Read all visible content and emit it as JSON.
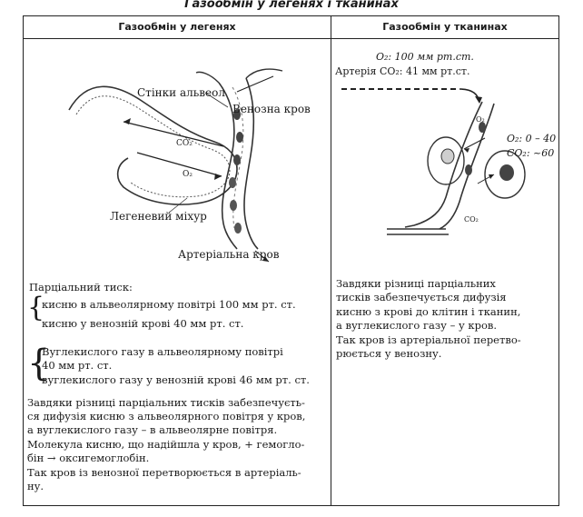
{
  "title": "Газообмін у легенях і тканинах",
  "columns": {
    "left": "Газообмін у легенях",
    "right": "Газообмін у тканинах"
  },
  "lung_figure": {
    "label_walls": "Стінки альвеол",
    "label_venous": "Венозна кров",
    "label_bubble": "Легеневий міхур",
    "label_arterial": "Артеріальна кров",
    "co2": "CO₂",
    "o2": "O₂"
  },
  "tissue_figure": {
    "o2_top": "O₂: 100 мм рт.ст.",
    "artery": "Артерія CO₂: 41 мм рт.ст.",
    "o2_cell": "O₂: 0 – 40",
    "co2_cell": "CO₂: ~60",
    "co2_label": "CO₂",
    "o2_label": "O₂"
  },
  "left_text": {
    "pressure_heading": "Парціальний тиск:",
    "o2_alveolar": "кисню в альвеолярному повітрі 100 мм рт. ст.",
    "o2_venous": "кисню у венозній крові 40 мм рт. ст.",
    "co2_alveolar_1": "Вуглекислого газу в альвеолярному повітрі",
    "co2_alveolar_2": "40 мм рт. ст.",
    "co2_venous": "вуглекислого газу у венозній крові 46 мм рт. ст.",
    "para1_l1": "Завдяки різниці парціальних тисків забезпечуєть-",
    "para1_l2": "ся дифузія кисню з альвеолярного повітря у кров,",
    "para1_l3": "а вуглекислого газу – в альвеолярне повітря.",
    "para2_l1": "Молекула кисню, що надійшла у кров, + гемогло-",
    "para2_l2": "бін → оксигемоглобін.",
    "para3_l1": "Так кров із венозної перетворюється в артеріаль-",
    "para3_l2": "ну."
  },
  "right_text": {
    "l1": "Завдяки   різниці   парціальних",
    "l2": "тисків  забезпечується  дифузія",
    "l3": "кисню з крові до клітин і тканин,",
    "l4": "а вуглекислого газу – у кров.",
    "l5": "Так кров із артеріальної перетво-",
    "l6": "рюється у венозну."
  }
}
